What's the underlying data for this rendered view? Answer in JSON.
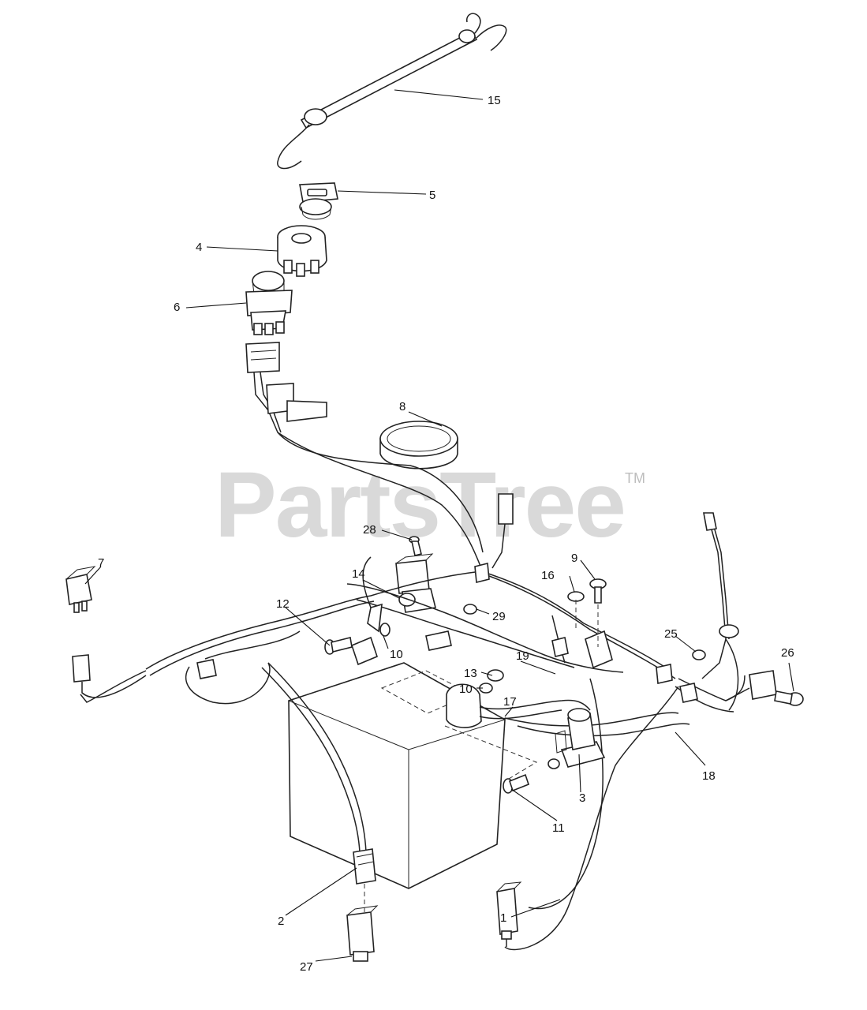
{
  "watermark": {
    "brand": "PartsTree",
    "mark": "TM"
  },
  "callouts": [
    {
      "id": "c15",
      "label": "15"
    },
    {
      "id": "c5",
      "label": "5"
    },
    {
      "id": "c4",
      "label": "4"
    },
    {
      "id": "c6",
      "label": "6"
    },
    {
      "id": "c8",
      "label": "8"
    },
    {
      "id": "c28",
      "label": "28"
    },
    {
      "id": "c7",
      "label": "7"
    },
    {
      "id": "c14",
      "label": "14"
    },
    {
      "id": "c12",
      "label": "12"
    },
    {
      "id": "c10a",
      "label": "10"
    },
    {
      "id": "c16",
      "label": "16"
    },
    {
      "id": "c9",
      "label": "9"
    },
    {
      "id": "c29",
      "label": "29"
    },
    {
      "id": "c19",
      "label": "19"
    },
    {
      "id": "c25",
      "label": "25"
    },
    {
      "id": "c26",
      "label": "26"
    },
    {
      "id": "c13",
      "label": "13"
    },
    {
      "id": "c10b",
      "label": "10"
    },
    {
      "id": "c17",
      "label": "17"
    },
    {
      "id": "c18",
      "label": "18"
    },
    {
      "id": "c3",
      "label": "3"
    },
    {
      "id": "c11",
      "label": "11"
    },
    {
      "id": "c2",
      "label": "2"
    },
    {
      "id": "c27",
      "label": "27"
    },
    {
      "id": "c1",
      "label": "1"
    }
  ]
}
